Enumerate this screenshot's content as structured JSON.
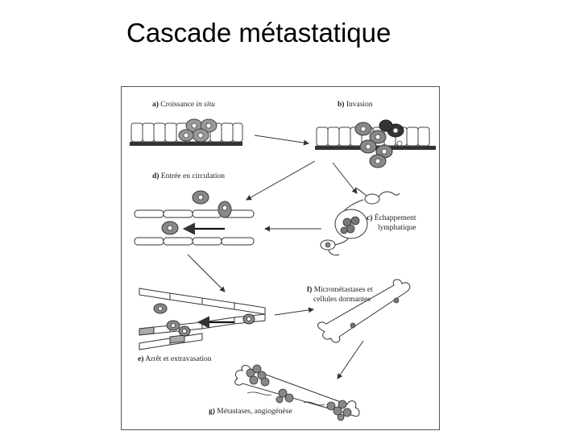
{
  "slide": {
    "title": "Cascade métastatique"
  },
  "figure": {
    "steps": [
      {
        "letter": "a)",
        "label": "Croissance",
        "label_italic": "in situ"
      },
      {
        "letter": "b)",
        "label": "Invasion"
      },
      {
        "letter": "c)",
        "label_line1": "Échappement",
        "label_line2": "lymphatique"
      },
      {
        "letter": "d)",
        "label": "Entrée en circulation"
      },
      {
        "letter": "e)",
        "label": "Arrêt et extravasation"
      },
      {
        "letter": "f)",
        "label_line1": "Micrométastases et",
        "label_line2": "cellules dormantes"
      },
      {
        "letter": "g)",
        "label": "Métastases, angiogénèse"
      }
    ]
  }
}
